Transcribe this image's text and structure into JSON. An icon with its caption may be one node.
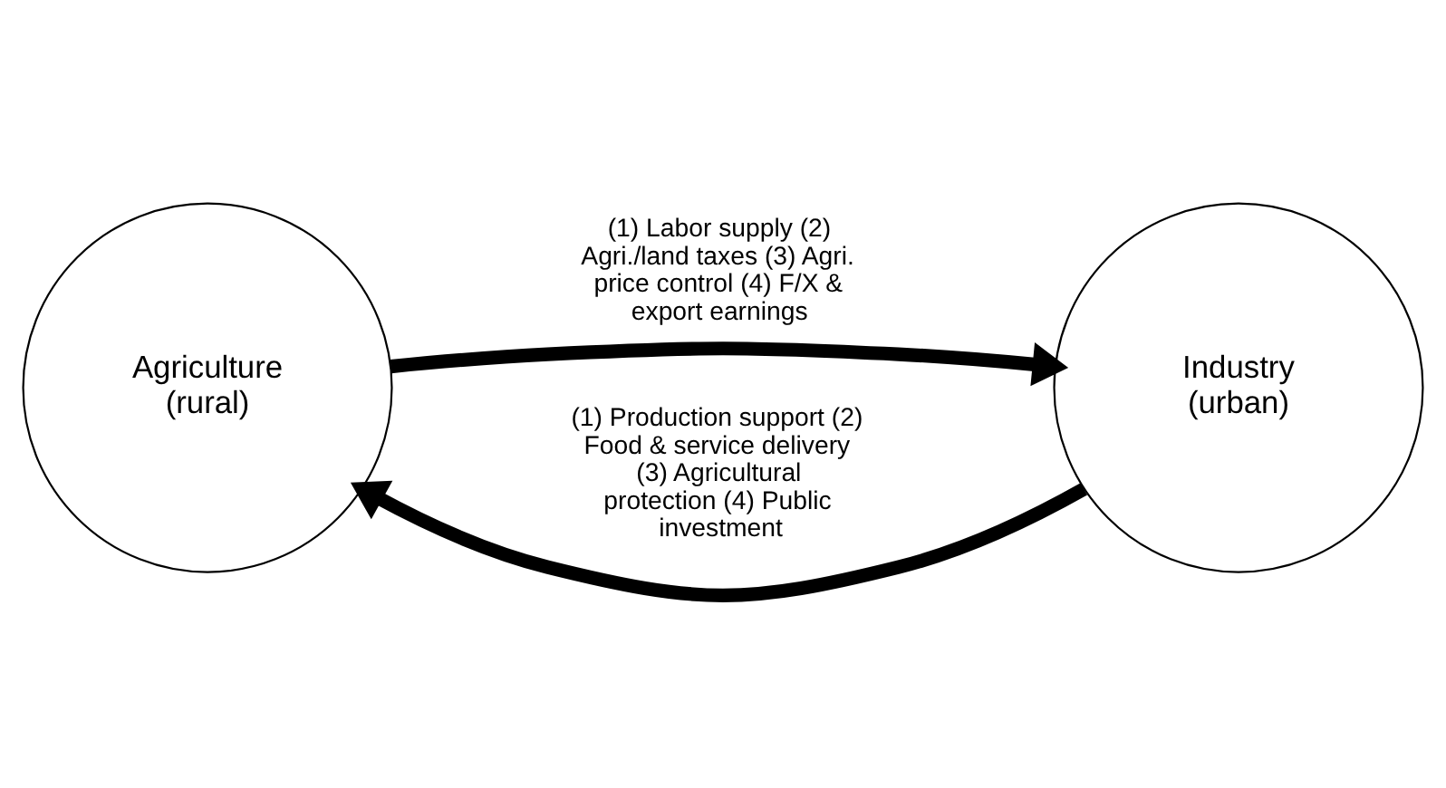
{
  "diagram": {
    "nodes": [
      {
        "text": [
          "Agriculture (rural)"
        ]
      },
      {
        "text": [
          "Industry (urban)"
        ]
      }
    ],
    "edges": [
      {
        "from": 0,
        "to": 1,
        "arrow": "to",
        "label": "(1) Labor supply (2) Agri./land taxes (3) Agri. price control (4) F/X & export earnings"
      },
      {
        "from": 1,
        "to": 0,
        "arrow": "to",
        "label": "(1) Production support (2) Food & service delivery (3) Agricultural protection (4) Public investment"
      }
    ]
  }
}
